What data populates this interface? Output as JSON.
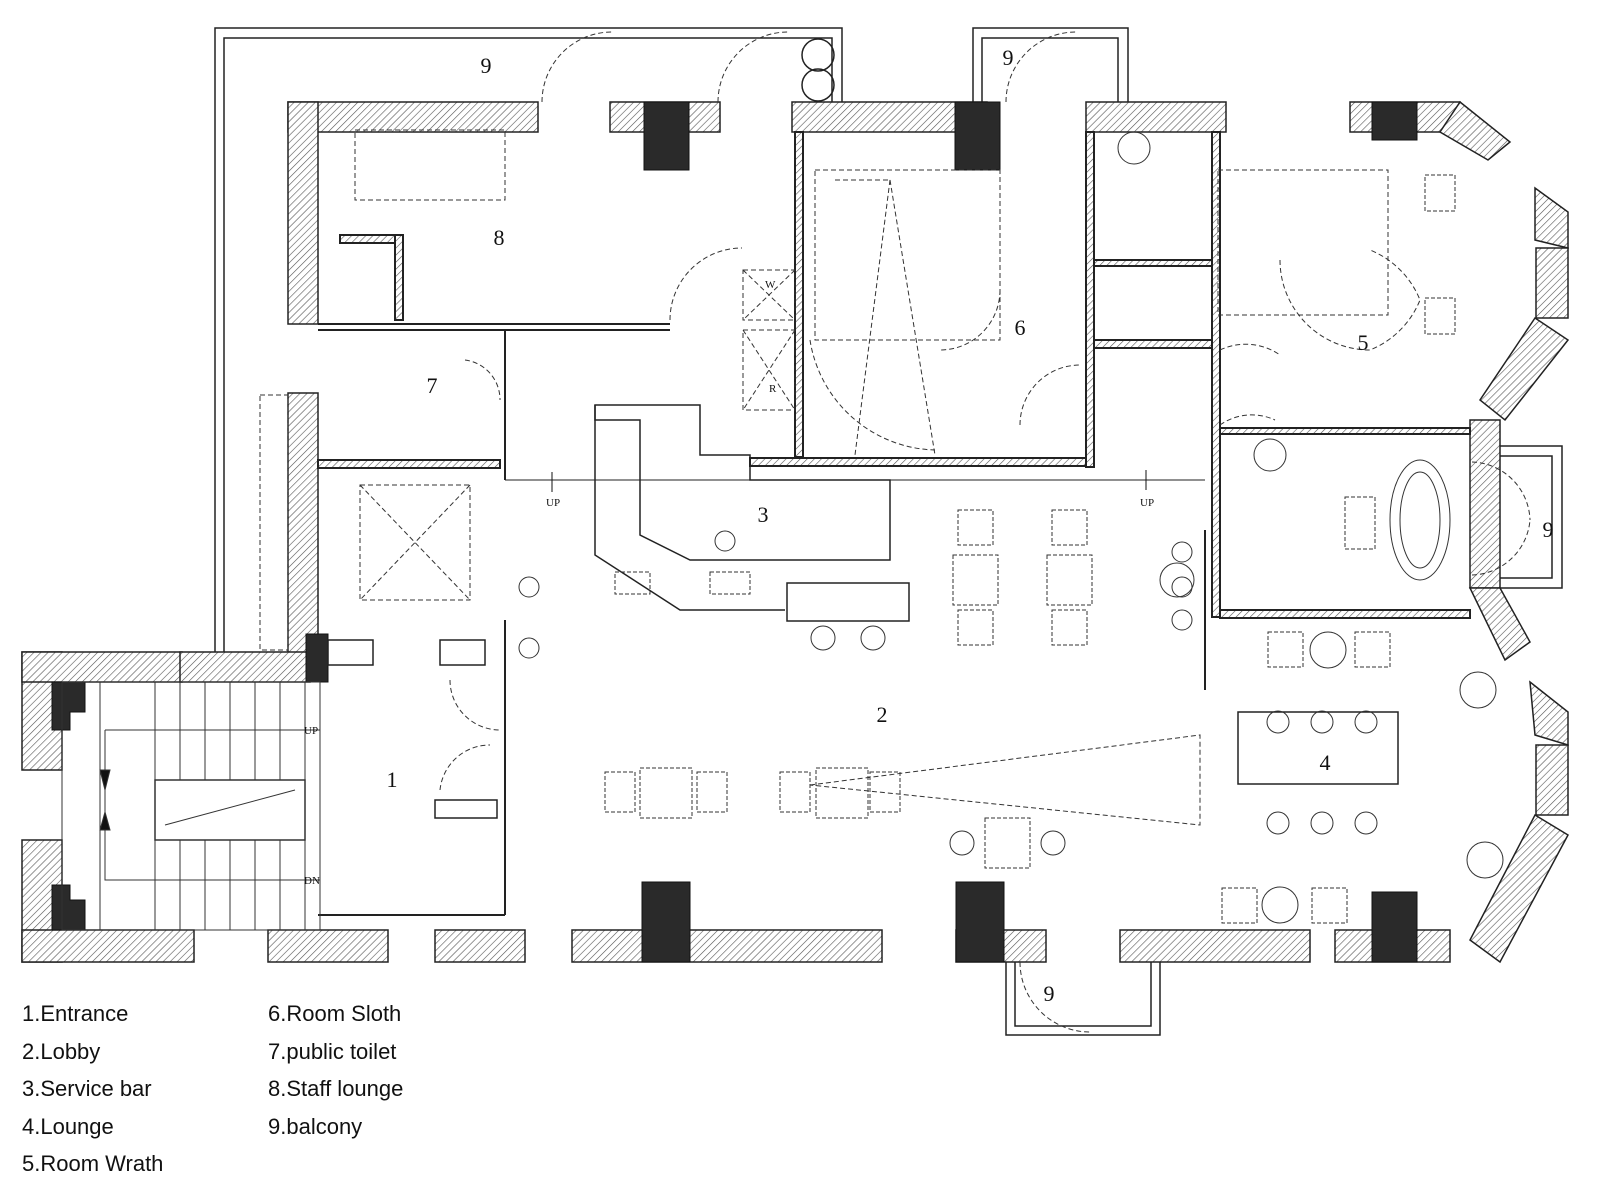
{
  "rooms": [
    {
      "num": "1"
    },
    {
      "num": "2"
    },
    {
      "num": "3"
    },
    {
      "num": "4"
    },
    {
      "num": "5"
    },
    {
      "num": "6"
    },
    {
      "num": "7"
    },
    {
      "num": "8"
    },
    {
      "num": "9"
    }
  ],
  "markers": {
    "up": "UP",
    "dn": "DN",
    "w": "W",
    "r": "R"
  },
  "legend": {
    "col1": [
      "1.Entrance",
      "2.Lobby",
      "3.Service  bar",
      "4.Lounge",
      "5.Room  Wrath"
    ],
    "col2": [
      "6.Room  Sloth",
      "7.public toilet",
      "8.Staff lounge",
      "9.balcony"
    ]
  }
}
